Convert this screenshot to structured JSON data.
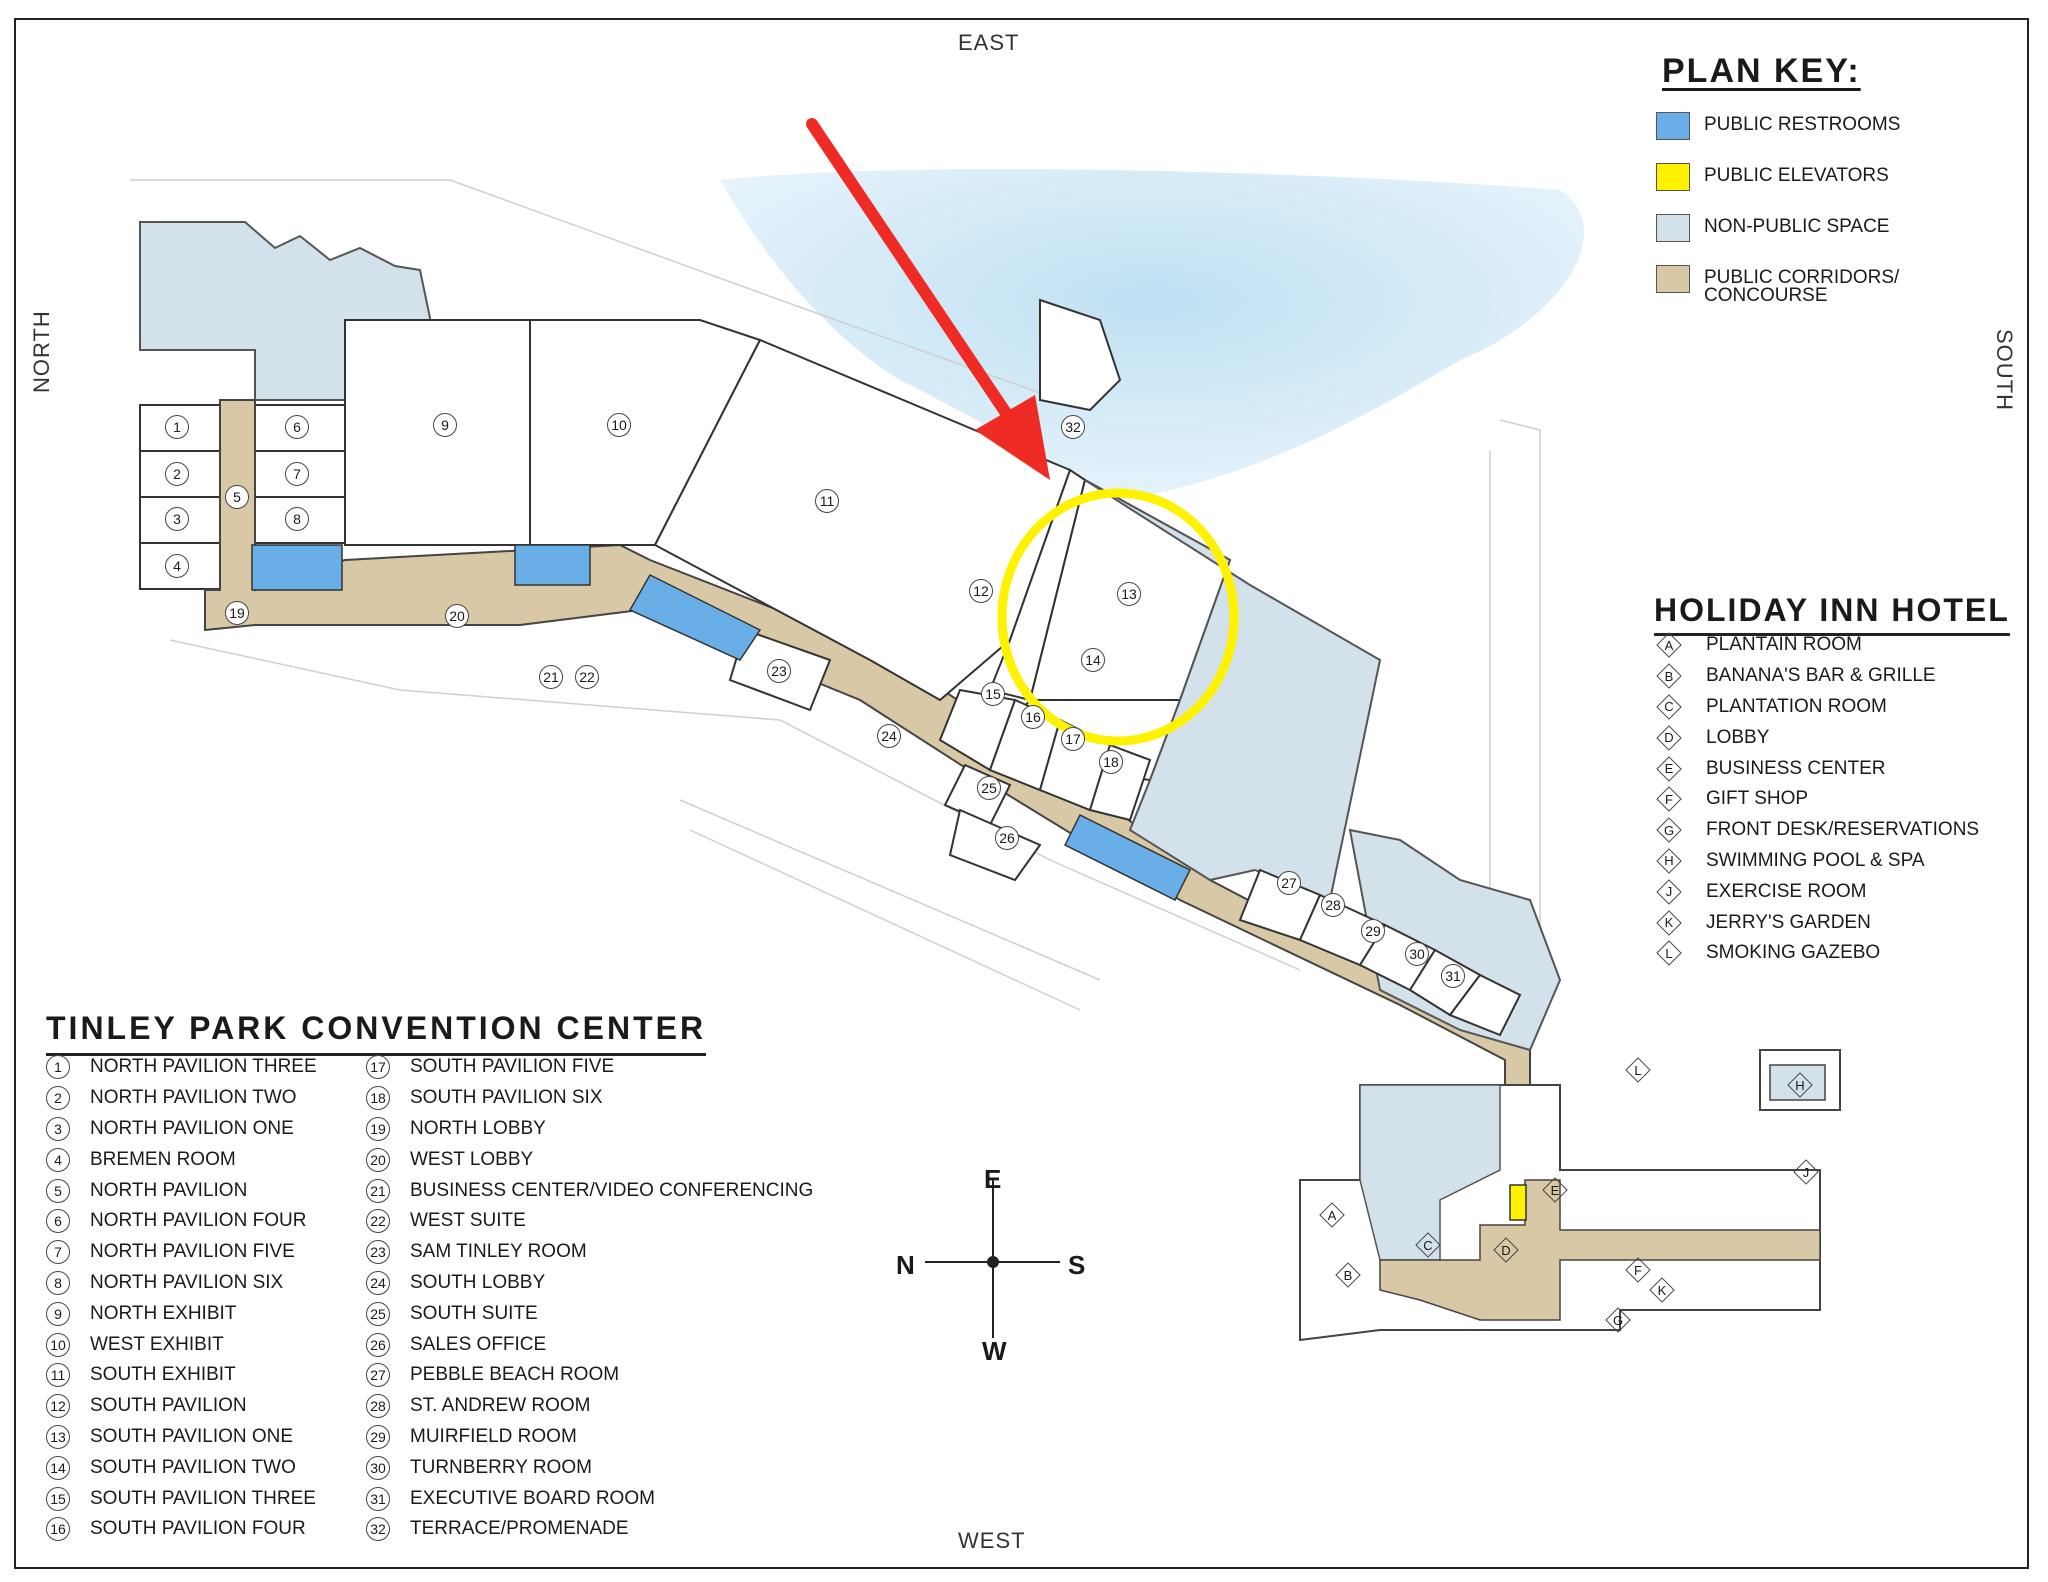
{
  "orientation": {
    "top": "EAST",
    "bottom": "WEST",
    "left": "NORTH",
    "right": "SOUTH"
  },
  "plan_key": {
    "title": "PLAN KEY:",
    "items": [
      {
        "label": "PUBLIC RESTROOMS",
        "color": "#6aaee8"
      },
      {
        "label": "PUBLIC ELEVATORS",
        "color": "#fff200"
      },
      {
        "label": "NON-PUBLIC SPACE",
        "color": "#d3e1ea"
      },
      {
        "label": "PUBLIC CORRIDORS/\nCONCOURSE",
        "color": "#d8c8a6"
      }
    ]
  },
  "hotel": {
    "title": "HOLIDAY INN HOTEL",
    "items": [
      {
        "key": "A",
        "label": "PLANTAIN ROOM"
      },
      {
        "key": "B",
        "label": "BANANA'S BAR & GRILLE"
      },
      {
        "key": "C",
        "label": "PLANTATION ROOM"
      },
      {
        "key": "D",
        "label": "LOBBY"
      },
      {
        "key": "E",
        "label": "BUSINESS CENTER"
      },
      {
        "key": "F",
        "label": "GIFT SHOP"
      },
      {
        "key": "G",
        "label": "FRONT DESK/RESERVATIONS"
      },
      {
        "key": "H",
        "label": "SWIMMING POOL & SPA"
      },
      {
        "key": "J",
        "label": "EXERCISE ROOM"
      },
      {
        "key": "K",
        "label": "JERRY'S GARDEN"
      },
      {
        "key": "L",
        "label": "SMOKING GAZEBO"
      }
    ]
  },
  "convention": {
    "title": "TINLEY PARK CONVENTION CENTER",
    "rooms": [
      {
        "num": "1",
        "label": "NORTH PAVILION THREE"
      },
      {
        "num": "2",
        "label": "NORTH PAVILION TWO"
      },
      {
        "num": "3",
        "label": "NORTH PAVILION ONE"
      },
      {
        "num": "4",
        "label": "BREMEN ROOM"
      },
      {
        "num": "5",
        "label": "NORTH PAVILION"
      },
      {
        "num": "6",
        "label": "NORTH PAVILION FOUR"
      },
      {
        "num": "7",
        "label": "NORTH PAVILION FIVE"
      },
      {
        "num": "8",
        "label": "NORTH PAVILION SIX"
      },
      {
        "num": "9",
        "label": "NORTH EXHIBIT"
      },
      {
        "num": "10",
        "label": "WEST EXHIBIT"
      },
      {
        "num": "11",
        "label": "SOUTH EXHIBIT"
      },
      {
        "num": "12",
        "label": "SOUTH PAVILION"
      },
      {
        "num": "13",
        "label": "SOUTH PAVILION ONE"
      },
      {
        "num": "14",
        "label": "SOUTH PAVILION TWO"
      },
      {
        "num": "15",
        "label": "SOUTH PAVILION THREE"
      },
      {
        "num": "16",
        "label": "SOUTH PAVILION FOUR"
      },
      {
        "num": "17",
        "label": "SOUTH PAVILION FIVE"
      },
      {
        "num": "18",
        "label": "SOUTH PAVILION SIX"
      },
      {
        "num": "19",
        "label": "NORTH LOBBY"
      },
      {
        "num": "20",
        "label": "WEST LOBBY"
      },
      {
        "num": "21",
        "label": "BUSINESS CENTER/VIDEO CONFERENCING"
      },
      {
        "num": "22",
        "label": "WEST SUITE"
      },
      {
        "num": "23",
        "label": "SAM TINLEY ROOM"
      },
      {
        "num": "24",
        "label": "SOUTH LOBBY"
      },
      {
        "num": "25",
        "label": "SOUTH SUITE"
      },
      {
        "num": "26",
        "label": "SALES OFFICE"
      },
      {
        "num": "27",
        "label": "PEBBLE BEACH ROOM"
      },
      {
        "num": "28",
        "label": "ST. ANDREW ROOM"
      },
      {
        "num": "29",
        "label": "MUIRFIELD ROOM"
      },
      {
        "num": "30",
        "label": "TURNBERRY ROOM"
      },
      {
        "num": "31",
        "label": "EXECUTIVE BOARD ROOM"
      },
      {
        "num": "32",
        "label": "TERRACE/PROMENADE"
      }
    ]
  },
  "compass": {
    "n": "N",
    "s": "S",
    "e": "E",
    "w": "W"
  },
  "annotations": {
    "arrow_color": "#ee2b24",
    "circle_color": "#fff200",
    "highlighted_rooms": [
      "13",
      "14"
    ]
  }
}
